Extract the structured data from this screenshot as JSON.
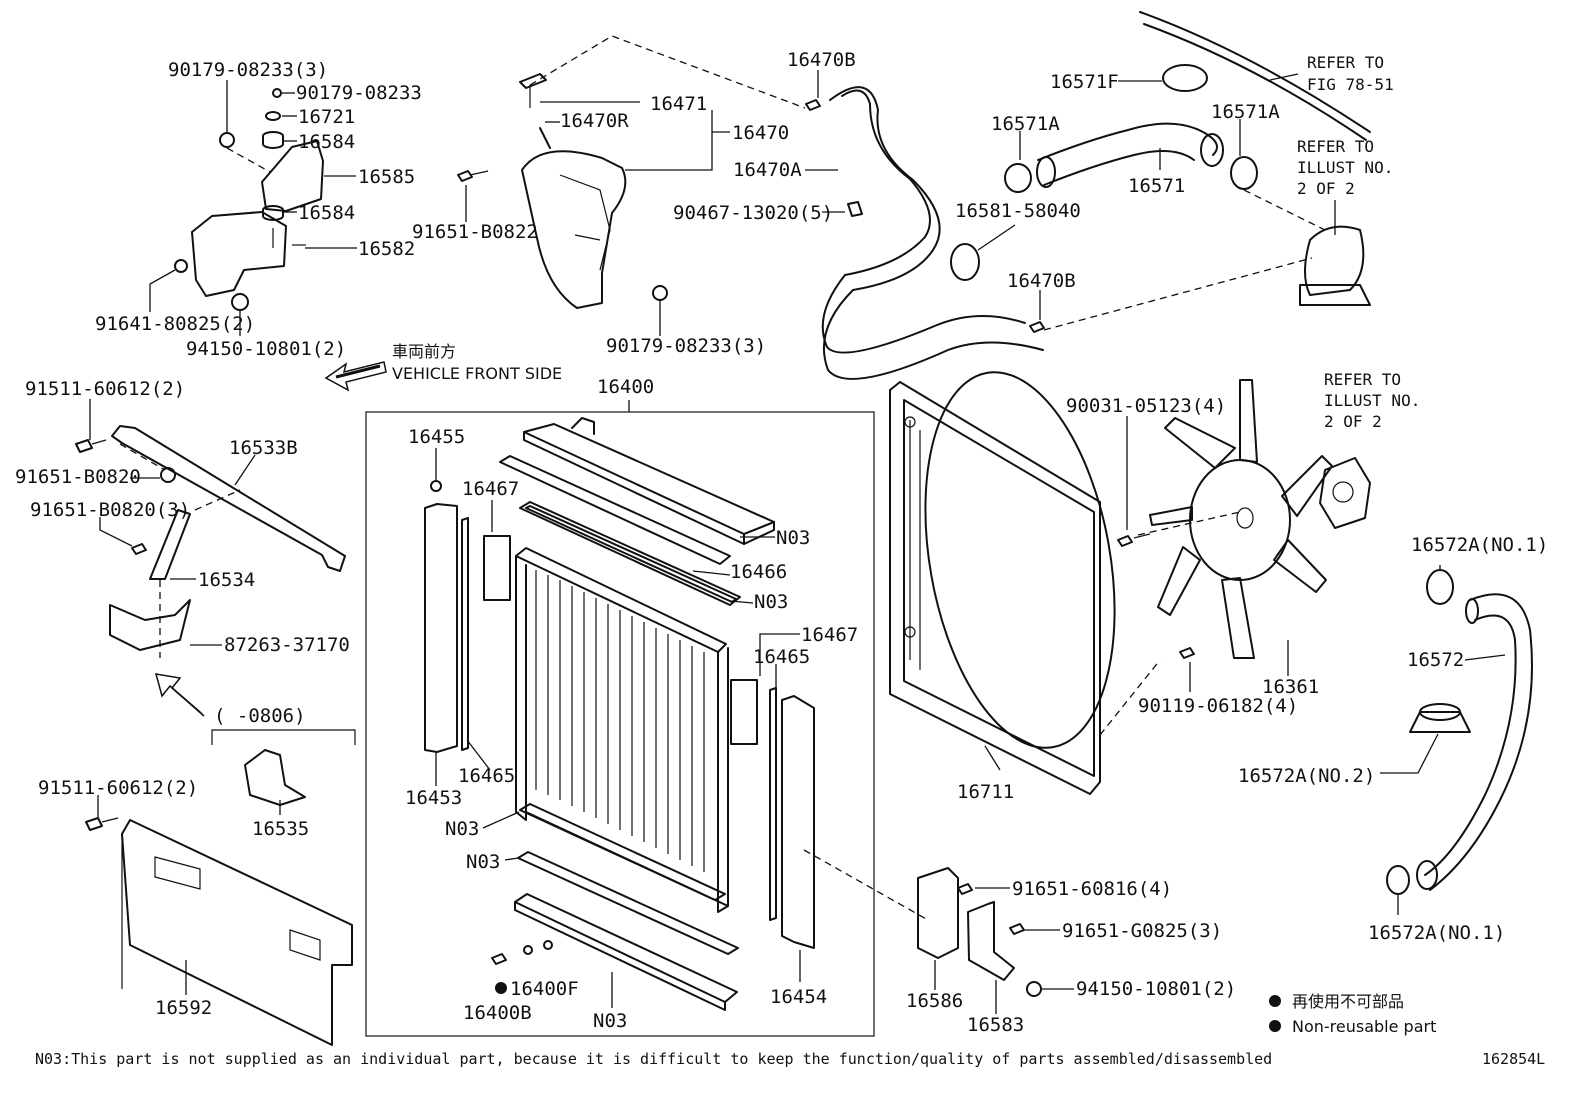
{
  "diagram_id": "162854L",
  "labels": {
    "l_90179_08233_3a": "90179-08233(3)",
    "l_90179_08233": "90179-08233",
    "l_16721": "16721",
    "l_16584a": "16584",
    "l_16585": "16585",
    "l_16584b": "16584",
    "l_16582": "16582",
    "l_91641": "91641-80825(2)",
    "l_94150a": "94150-10801(2)",
    "l_16470B_top": "16470B",
    "l_16471": "16471",
    "l_16470R": "16470R",
    "l_16470": "16470",
    "l_16470A": "16470A",
    "l_91651_B0822": "91651-B0822",
    "l_90467": "90467-13020(5)",
    "l_90179_08233_3b": "90179-08233(3)",
    "l_16571F": "16571F",
    "l_16571A_l": "16571A",
    "l_16571A_r": "16571A",
    "l_16571": "16571",
    "l_16581": "16581-58040",
    "l_16470B_mid": "16470B",
    "l_91511a": "91511-60612(2)",
    "l_16533B": "16533B",
    "l_91651_B0820": "91651-B0820",
    "l_91651_B0820_3": "91651-B0820(3)",
    "l_16534": "16534",
    "l_87263": "87263-37170",
    "l_0806": "(      -0806)",
    "l_16535": "16535",
    "l_91511b": "91511-60612(2)",
    "l_16592": "16592",
    "l_16400": "16400",
    "l_16455": "16455",
    "l_16467a": "16467",
    "l_N03_a": "N03",
    "l_16466": "16466",
    "l_N03_b": "N03",
    "l_16467b": "16467",
    "l_16465a": "16465",
    "l_16465b": "16465",
    "l_16453": "16453",
    "l_N03_c": "N03",
    "l_N03_d": "N03",
    "l_16400F": "16400F",
    "l_16400B": "16400B",
    "l_N03_e": "N03",
    "l_16454": "16454",
    "l_16711": "16711",
    "l_90031": "90031-05123(4)",
    "l_16361": "16361",
    "l_90119": "90119-06182(4)",
    "l_16572A_1a": "16572A(NO.1)",
    "l_16572": "16572",
    "l_16572A_2": "16572A(NO.2)",
    "l_16572A_1b": "16572A(NO.1)",
    "l_91651_60816": "91651-60816(4)",
    "l_91651_G0825": "91651-G0825(3)",
    "l_94150b": "94150-10801(2)",
    "l_16586": "16586",
    "l_16583": "16583"
  },
  "refs": {
    "fig_line1": "REFER TO",
    "fig_line2": "FIG 78-51",
    "ill1_line1": "REFER TO",
    "ill1_line2": "ILLUST NO.",
    "ill1_line3": "2 OF 2",
    "ill2_line1": "REFER TO",
    "ill2_line2": "ILLUST NO.",
    "ill2_line3": "2 OF 2"
  },
  "front": {
    "jp": "車両前方",
    "en": "VEHICLE FRONT SIDE"
  },
  "legend": {
    "jp": "再使用不可部品",
    "en": "Non-reusable part"
  },
  "footnote": "N03:This part is not supplied as an individual part, because it is difficult to keep the function/quality of parts assembled/disassembled"
}
